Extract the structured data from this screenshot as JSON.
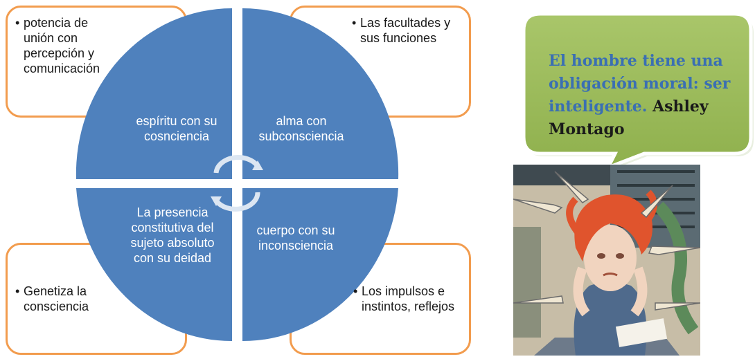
{
  "quadrants": {
    "top_left": "espíritu con su cosnciencia",
    "top_right": "alma con subconsciencia",
    "bottom_left": "La presencia constitutiva del sujeto absoluto con su deidad",
    "bottom_right": "cuerpo con su inconsciencia"
  },
  "corner_notes": {
    "top_left": "potencia de unión con percepción  y comunicación",
    "top_right": "Las facultades y sus funciones",
    "bottom_left": "Genetiza la consciencia",
    "bottom_right": "Los impulsos e instintos, reflejos"
  },
  "bullet_glyph": "•",
  "quote": {
    "text": "El hombre tiene una obligación moral: ser inteligente.",
    "author": "Ashley Montago"
  },
  "colors": {
    "wheel_blue": "#4f81bd",
    "box_border": "#f29c4e",
    "callout_green": "#9bbb59",
    "quote_text": "#3a6fb3"
  },
  "icons": {
    "cycle": "circular-arrows-icon",
    "photo": "stressed-woman-illustration"
  }
}
